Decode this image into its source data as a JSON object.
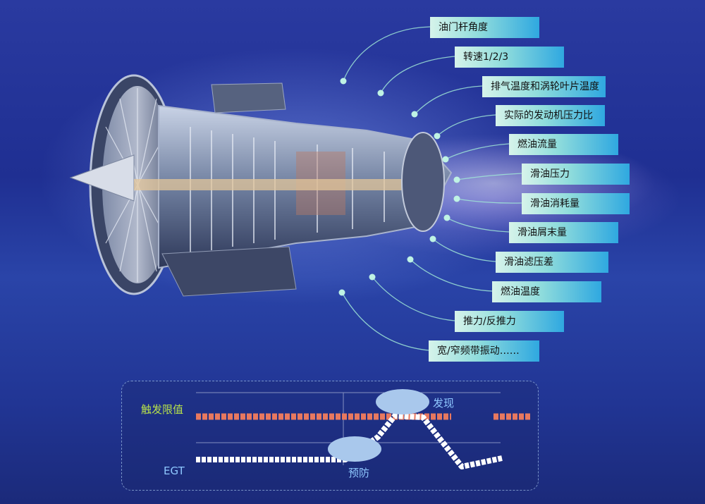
{
  "labels": [
    "油门杆角度",
    "转速1/2/3",
    "排气温度和涡轮叶片温度",
    "实际的发动机压力比",
    "燃油流量",
    "滑油压力",
    "滑油消耗量",
    "滑油屑末量",
    "滑油滤压差",
    "燃油温度",
    "推力/反推力",
    "宽/窄频带振动……"
  ],
  "chart": {
    "threshold_label": "触发限值",
    "egt_label": "EGT",
    "detect_label": "发现",
    "prevent_label": "预防"
  },
  "colors": {
    "threshold_line": "#e8785f",
    "egt_line": "#ffffff",
    "threshold_text": "#b6e04a",
    "egt_text": "#8fc8ff",
    "bubble": "#a9c8ec"
  }
}
